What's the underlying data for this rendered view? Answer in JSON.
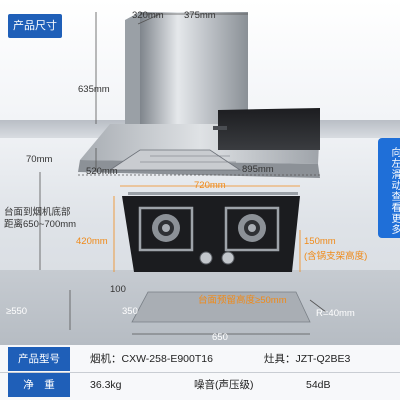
{
  "header": {
    "title": "产品尺寸"
  },
  "side_tab": {
    "label": "向左滑动查看更多"
  },
  "dimensions": {
    "hood_depth": "320mm",
    "chimney_width": "375mm",
    "chimney_height": "635mm",
    "hood_thickness": "70mm",
    "hood_depth_bottom": "520mm",
    "hood_width": "895mm",
    "install_distance_label": "台面到烟机底部",
    "install_distance_value": "距离650~700mm",
    "cooktop_width": "720mm",
    "cooktop_depth": "420mm",
    "cooktop_height_note_value": "150mm",
    "cooktop_height_note_label": "(含锅支架高度)",
    "cutout_margin": "100",
    "cutout_depth_min": "≥550",
    "cutout_depth": "350",
    "cutout_clearance": "台面预留高度≥50mm",
    "cutout_radius": "R=40mm",
    "cutout_width": "650"
  },
  "specs": {
    "model_label": "产品型号",
    "hood_model": "烟机：CXW-258-E900T16",
    "cooktop_model": "灶具：JZT-Q2BE3",
    "weight_label": "净　重",
    "weight_value": "36.3kg",
    "noise_label": "噪音(声压级)",
    "noise_value": "54dB"
  },
  "colors": {
    "accent": "#1f5fb8",
    "dimension_orange": "#f08a18"
  }
}
